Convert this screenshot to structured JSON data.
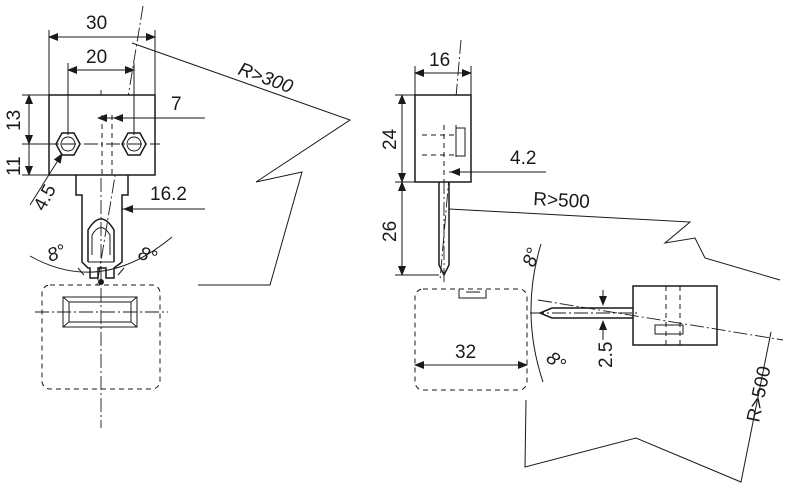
{
  "diagram": {
    "dimensions": {
      "d30": "30",
      "d20": "20",
      "d7": "7",
      "d13": "13",
      "d11": "11",
      "d4_5": "4.5",
      "d16_2": "16.2",
      "angle_left": "8°",
      "angle_right": "8°",
      "r300": "R>300",
      "d16": "16",
      "d24": "24",
      "d4_2": "4.2",
      "d26": "26",
      "r500_top": "R>500",
      "d32": "32",
      "angle_b1": "8°",
      "angle_b2": "8°",
      "d2_5": "2.5",
      "r500_side": "R>500"
    }
  }
}
